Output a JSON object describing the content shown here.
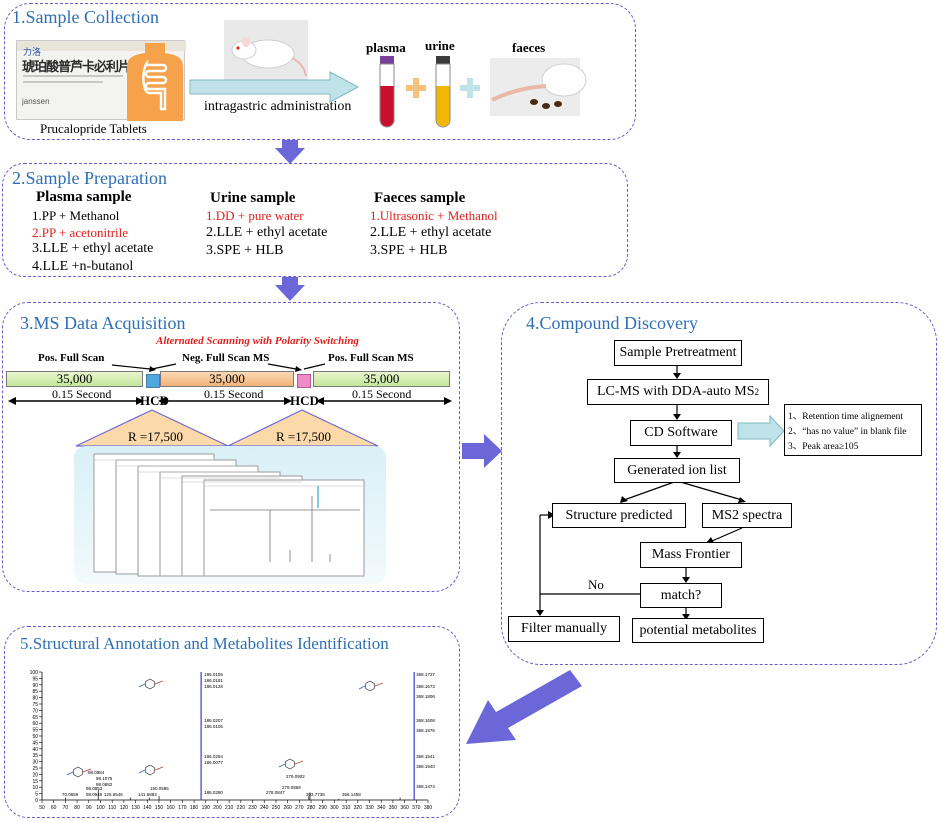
{
  "section1": {
    "title": "1.Sample Collection",
    "drug_caption": "Prucalopride  Tablets",
    "box_brand": "力洛",
    "box_name": "琥珀酸普芦卡必利片",
    "box_company": "janssen",
    "arrow_label": "intragastric administration",
    "labels": [
      "plasma",
      "urine",
      "faeces"
    ]
  },
  "section2": {
    "title": "2.Sample Preparation",
    "columns": [
      {
        "heading": "Plasma sample",
        "items": [
          {
            "text": "1.PP + Methanol",
            "red": false
          },
          {
            "text": "2.PP + acetonitrile",
            "red": true
          },
          {
            "text": "3.LLE + ethyl acetate",
            "red": false
          },
          {
            "text": "4.LLE +n-butanol",
            "red": false
          }
        ]
      },
      {
        "heading": "Urine sample",
        "items": [
          {
            "text": "1.DD + pure water",
            "red": true
          },
          {
            "text": "2.LLE + ethyl acetate",
            "red": false
          },
          {
            "text": "3.SPE + HLB",
            "red": false
          }
        ]
      },
      {
        "heading": "Faeces sample",
        "items": [
          {
            "text": "1.Ultrasonic + Methanol",
            "red": true
          },
          {
            "text": "2.LLE + ethyl acetate",
            "red": false
          },
          {
            "text": "3.SPE + HLB",
            "red": false
          }
        ]
      }
    ]
  },
  "section3": {
    "title": "3.MS Data Acquisition",
    "subtitle": "Alternated Scanning with Polarity Switching",
    "scan_labels": [
      "Pos. Full Scan",
      "Neg. Full Scan MS",
      "Pos. Full Scan MS"
    ],
    "resolution": [
      "35,000",
      "35,000",
      "35,000"
    ],
    "durations": [
      "0.15 Second",
      "0.15 Second",
      "0.15 Second"
    ],
    "hcd": [
      "HCD",
      "HCD"
    ],
    "r_values": [
      "R =17,500",
      "R =17,500"
    ]
  },
  "section4": {
    "title": "4.Compound Discovery",
    "steps": {
      "pretreatment": "Sample Pretreatment",
      "lcms": "LC-MS with DDA-auto MS",
      "lcms_sup": "2",
      "cd": "CD Software",
      "ionlist": "Generated ion list",
      "structure": "Structure predicted",
      "ms2": "MS2 spectra",
      "frontier": "Mass Frontier",
      "match": "match?",
      "filter": "Filter manually",
      "potential": "potential metabolites",
      "no": "No"
    },
    "criteria": [
      "1、Retention time alignement",
      "2、“has no value” in blank file",
      "3、Peak area≥105"
    ]
  },
  "section5": {
    "title": "5.Structural Annotation and Metabolites Identification",
    "y_ticks": [
      "100",
      "95",
      "90",
      "85",
      "80",
      "75",
      "70",
      "65",
      "60",
      "55",
      "50",
      "45",
      "40",
      "35",
      "30",
      "25",
      "20",
      "15",
      "10",
      "5",
      "0"
    ],
    "x_ticks": [
      "50",
      "60",
      "70",
      "80",
      "90",
      "100",
      "110",
      "120",
      "130",
      "140",
      "150",
      "160",
      "170",
      "180",
      "190",
      "200",
      "210",
      "220",
      "230",
      "240",
      "250",
      "260",
      "270",
      "280",
      "290",
      "300",
      "310",
      "320",
      "330",
      "340",
      "350",
      "360",
      "370",
      "380"
    ],
    "peak_labels_mid": [
      "186.0155",
      "186.0181",
      "186.0128",
      "186.0207",
      "186.0105",
      "186.0254",
      "186.0077",
      "186.0280"
    ],
    "peak_labels_right": [
      "368.1727",
      "368.1673",
      "368.1806",
      "368.1608",
      "368.1876",
      "368.1541",
      "368.1940",
      "368.1474"
    ],
    "peak_labels_low": [
      "98.0984",
      "98.1075",
      "98.0882",
      "98.0853",
      "98.0946",
      "125.6546",
      "141.6883",
      "150.0585",
      "70.0656",
      "279.0902",
      "278.0847",
      "279.0858",
      "303.7736",
      "356.1458"
    ]
  },
  "chart_data": {
    "type": "bar",
    "title": "",
    "xlabel": "",
    "ylabel": "",
    "xlim": [
      50,
      380
    ],
    "ylim": [
      0,
      100
    ],
    "x": [
      70.0656,
      98.0984,
      125.6546,
      141.6883,
      150.0585,
      186.0155,
      278.0847,
      279.0902,
      303.7736,
      356.1458,
      368.1727
    ],
    "values": [
      2,
      8,
      2,
      2,
      3,
      100,
      3,
      6,
      1,
      2,
      100
    ]
  }
}
